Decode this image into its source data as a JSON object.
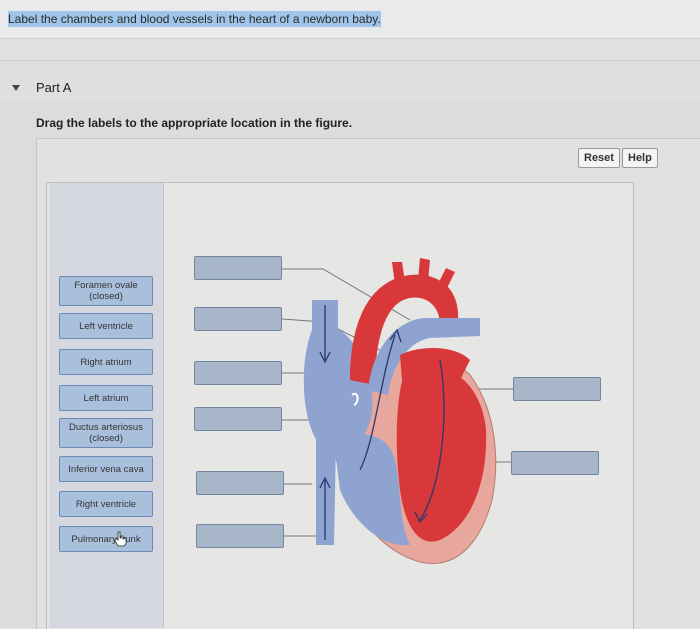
{
  "question": {
    "text": "Label the chambers and blood vessels in the heart of a newborn baby."
  },
  "part": {
    "title": "Part A"
  },
  "instruction": "Drag the labels to the appropriate location in the figure.",
  "buttons": {
    "reset": "Reset",
    "help": "Help"
  },
  "labels": [
    {
      "line1": "Foramen ovale",
      "line2": "(closed)"
    },
    {
      "line1": "Left ventricle",
      "line2": ""
    },
    {
      "line1": "Right atrium",
      "line2": ""
    },
    {
      "line1": "Left atrium",
      "line2": ""
    },
    {
      "line1": "Ductus arteriosus",
      "line2": "(closed)"
    },
    {
      "line1": "Inferior vena cava",
      "line2": ""
    },
    {
      "line1": "Right ventricle",
      "line2": ""
    },
    {
      "line1": "Pulmonary trunk",
      "line2": ""
    }
  ],
  "colors": {
    "oxygenated": "#d9383a",
    "deoxygenated": "#8ea3cf",
    "muscle": "#e8a79d",
    "label_fill": "#a9c0dc",
    "target_fill": "#a7b6c8"
  }
}
